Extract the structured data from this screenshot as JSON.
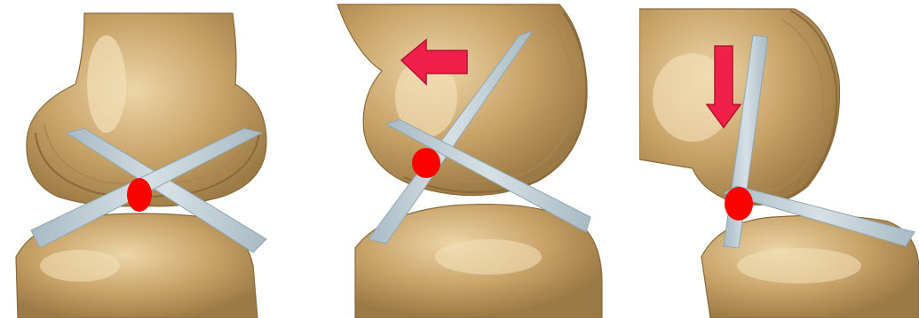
{
  "colors": {
    "background": "#ffffff",
    "bone": "#c9a46a",
    "bone_highlight": "#ead2a0",
    "bone_shadow": "#9c7a45",
    "ligament": "#b9c9d1",
    "ligament_edge": "#8fa6b1",
    "pivot_marker": "#ff0000",
    "arrow": "#f0204a",
    "arrow_edge": "#b5122f"
  },
  "panels": [
    {
      "id": "extension-view",
      "arrow": "none"
    },
    {
      "id": "flexion-view",
      "arrow": "left"
    },
    {
      "id": "deep-flexion-view",
      "arrow": "down"
    }
  ]
}
